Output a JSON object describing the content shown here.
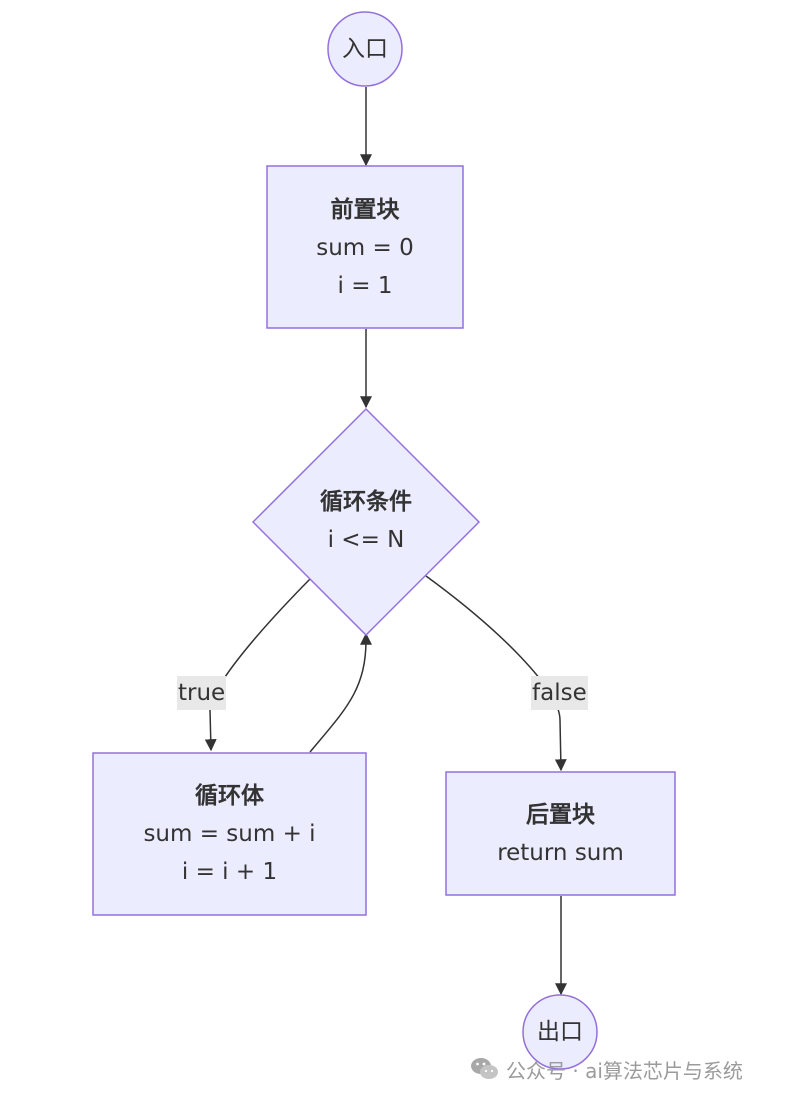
{
  "nodes": {
    "entry": {
      "text": "入口"
    },
    "pre_block": {
      "title": "前置块",
      "lines": [
        "sum = 0",
        "i = 1"
      ]
    },
    "loop_cond": {
      "title": "循环条件",
      "lines": [
        "i <= N"
      ]
    },
    "loop_body": {
      "title": "循环体",
      "lines": [
        "sum = sum + i",
        "i = i + 1"
      ]
    },
    "post_block": {
      "title": "后置块",
      "lines": [
        "return sum"
      ]
    },
    "exit": {
      "text": "出口"
    }
  },
  "edges": {
    "true_label": "true",
    "false_label": "false"
  },
  "watermark": {
    "text": "公众号 · ai算法芯片与系统"
  },
  "colors": {
    "node_fill": "#ECECFF",
    "node_stroke": "#9370DB",
    "edge": "#333333",
    "label_bg": "#e8e8e8"
  }
}
